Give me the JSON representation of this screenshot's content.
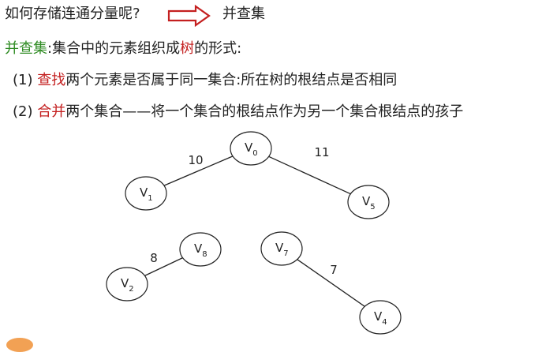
{
  "question": {
    "text": "如何存储连通分量呢?",
    "result": "并查集"
  },
  "definition": {
    "term": "并查集",
    "colon": ":",
    "pre": "集合中的元素组织成",
    "highlight": "树",
    "post": "的形式:"
  },
  "points": [
    {
      "num": "(1)",
      "key": "查找",
      "text": "两个元素是否属于同一集合:所在树的根结点是否相同"
    },
    {
      "num": "(2)",
      "key": "合并",
      "text": "两个集合——将一个集合的根结点作为另一个集合根结点的孩子"
    }
  ],
  "graph": {
    "nodes": [
      {
        "id": "v0",
        "base": "V",
        "sub": "0"
      },
      {
        "id": "v1",
        "base": "V",
        "sub": "1"
      },
      {
        "id": "v5",
        "base": "V",
        "sub": "5"
      },
      {
        "id": "v8",
        "base": "V",
        "sub": "8"
      },
      {
        "id": "v2",
        "base": "V",
        "sub": "2"
      },
      {
        "id": "v7",
        "base": "V",
        "sub": "7"
      },
      {
        "id": "v4",
        "base": "V",
        "sub": "4"
      }
    ],
    "edges": [
      {
        "from": "v0",
        "to": "v1",
        "weight": "10"
      },
      {
        "from": "v0",
        "to": "v5",
        "weight": "11"
      },
      {
        "from": "v8",
        "to": "v2",
        "weight": "8"
      },
      {
        "from": "v7",
        "to": "v4",
        "weight": "7"
      }
    ]
  },
  "colors": {
    "green": "#2e8b22",
    "red": "#c42020",
    "arrow": "#c42020"
  }
}
